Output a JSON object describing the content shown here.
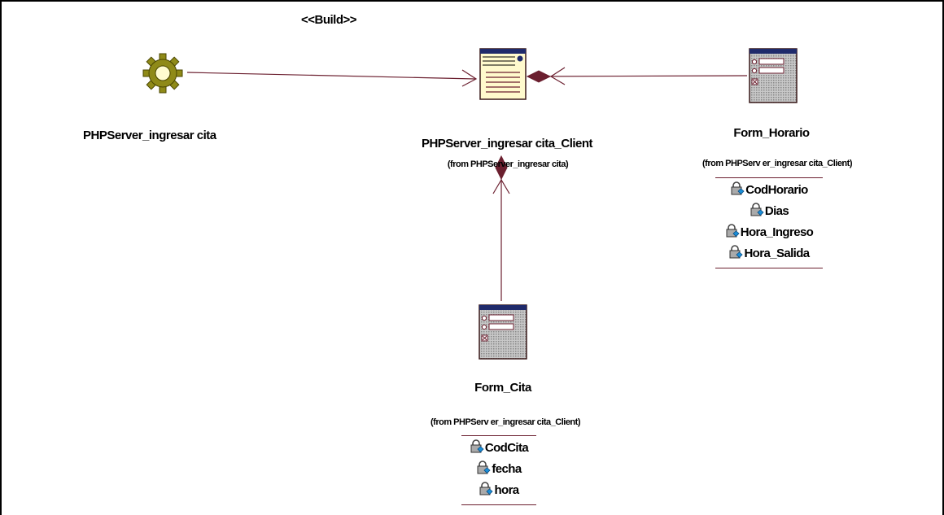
{
  "stereotype": "<<Build>>",
  "nodes": {
    "server": {
      "name": "PHPServer_ingresar cita"
    },
    "client": {
      "name": "PHPServer_ingresar cita_Client",
      "from": "(from PHPServer_ingresar cita)"
    },
    "form_horario": {
      "name": "Form_Horario",
      "from": "(from PHPServ er_ingresar cita_Client)",
      "attributes": [
        "CodHorario",
        "Dias",
        "Hora_Ingreso",
        "Hora_Salida"
      ]
    },
    "form_cita": {
      "name": "Form_Cita",
      "from": "(from PHPServ er_ingresar cita_Client)",
      "attributes": [
        "CodCita",
        "fecha",
        "hora"
      ]
    }
  },
  "colors": {
    "line": "#6b1f2f",
    "gear": "#8f8a18",
    "form_header": "#1f2a6b"
  }
}
